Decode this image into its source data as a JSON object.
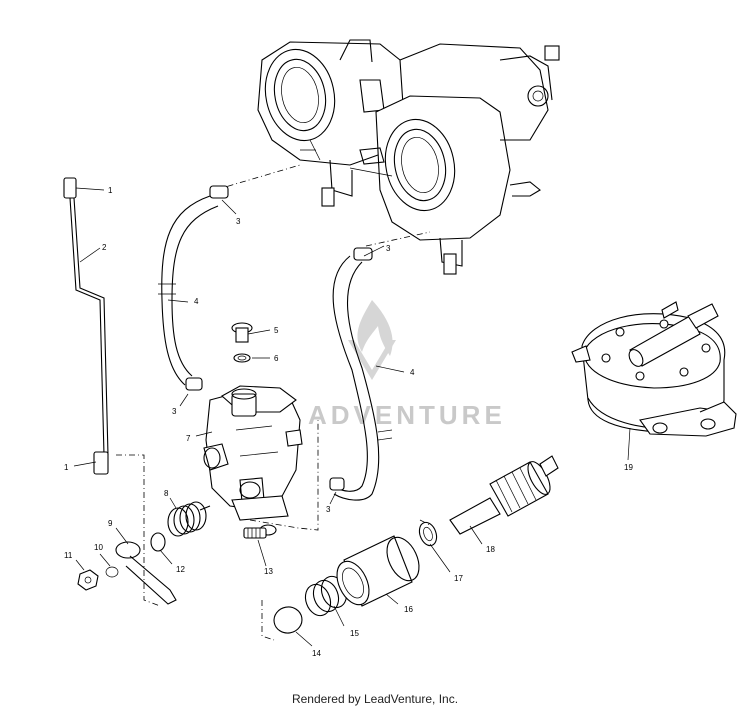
{
  "watermark": {
    "text": "ADVENTURE"
  },
  "footer": {
    "text": "Rendered by LeadVenture, Inc."
  },
  "callouts": [
    {
      "id": "c1a",
      "label": "1"
    },
    {
      "id": "c2",
      "label": "2"
    },
    {
      "id": "c1b",
      "label": "1"
    },
    {
      "id": "c3a",
      "label": "3"
    },
    {
      "id": "c4a",
      "label": "4"
    },
    {
      "id": "c3b",
      "label": "3"
    },
    {
      "id": "c4b",
      "label": "4"
    },
    {
      "id": "c5",
      "label": "5"
    },
    {
      "id": "c6",
      "label": "6"
    },
    {
      "id": "c3c",
      "label": "3"
    },
    {
      "id": "c7",
      "label": "7"
    },
    {
      "id": "c3d",
      "label": "3"
    },
    {
      "id": "c8",
      "label": "8"
    },
    {
      "id": "c9",
      "label": "9"
    },
    {
      "id": "c10",
      "label": "10"
    },
    {
      "id": "c11",
      "label": "11"
    },
    {
      "id": "c12",
      "label": "12"
    },
    {
      "id": "c13",
      "label": "13"
    },
    {
      "id": "c14",
      "label": "14"
    },
    {
      "id": "c15",
      "label": "15"
    },
    {
      "id": "c16",
      "label": "16"
    },
    {
      "id": "c17",
      "label": "17"
    },
    {
      "id": "c18",
      "label": "18"
    },
    {
      "id": "c19",
      "label": "19"
    }
  ]
}
